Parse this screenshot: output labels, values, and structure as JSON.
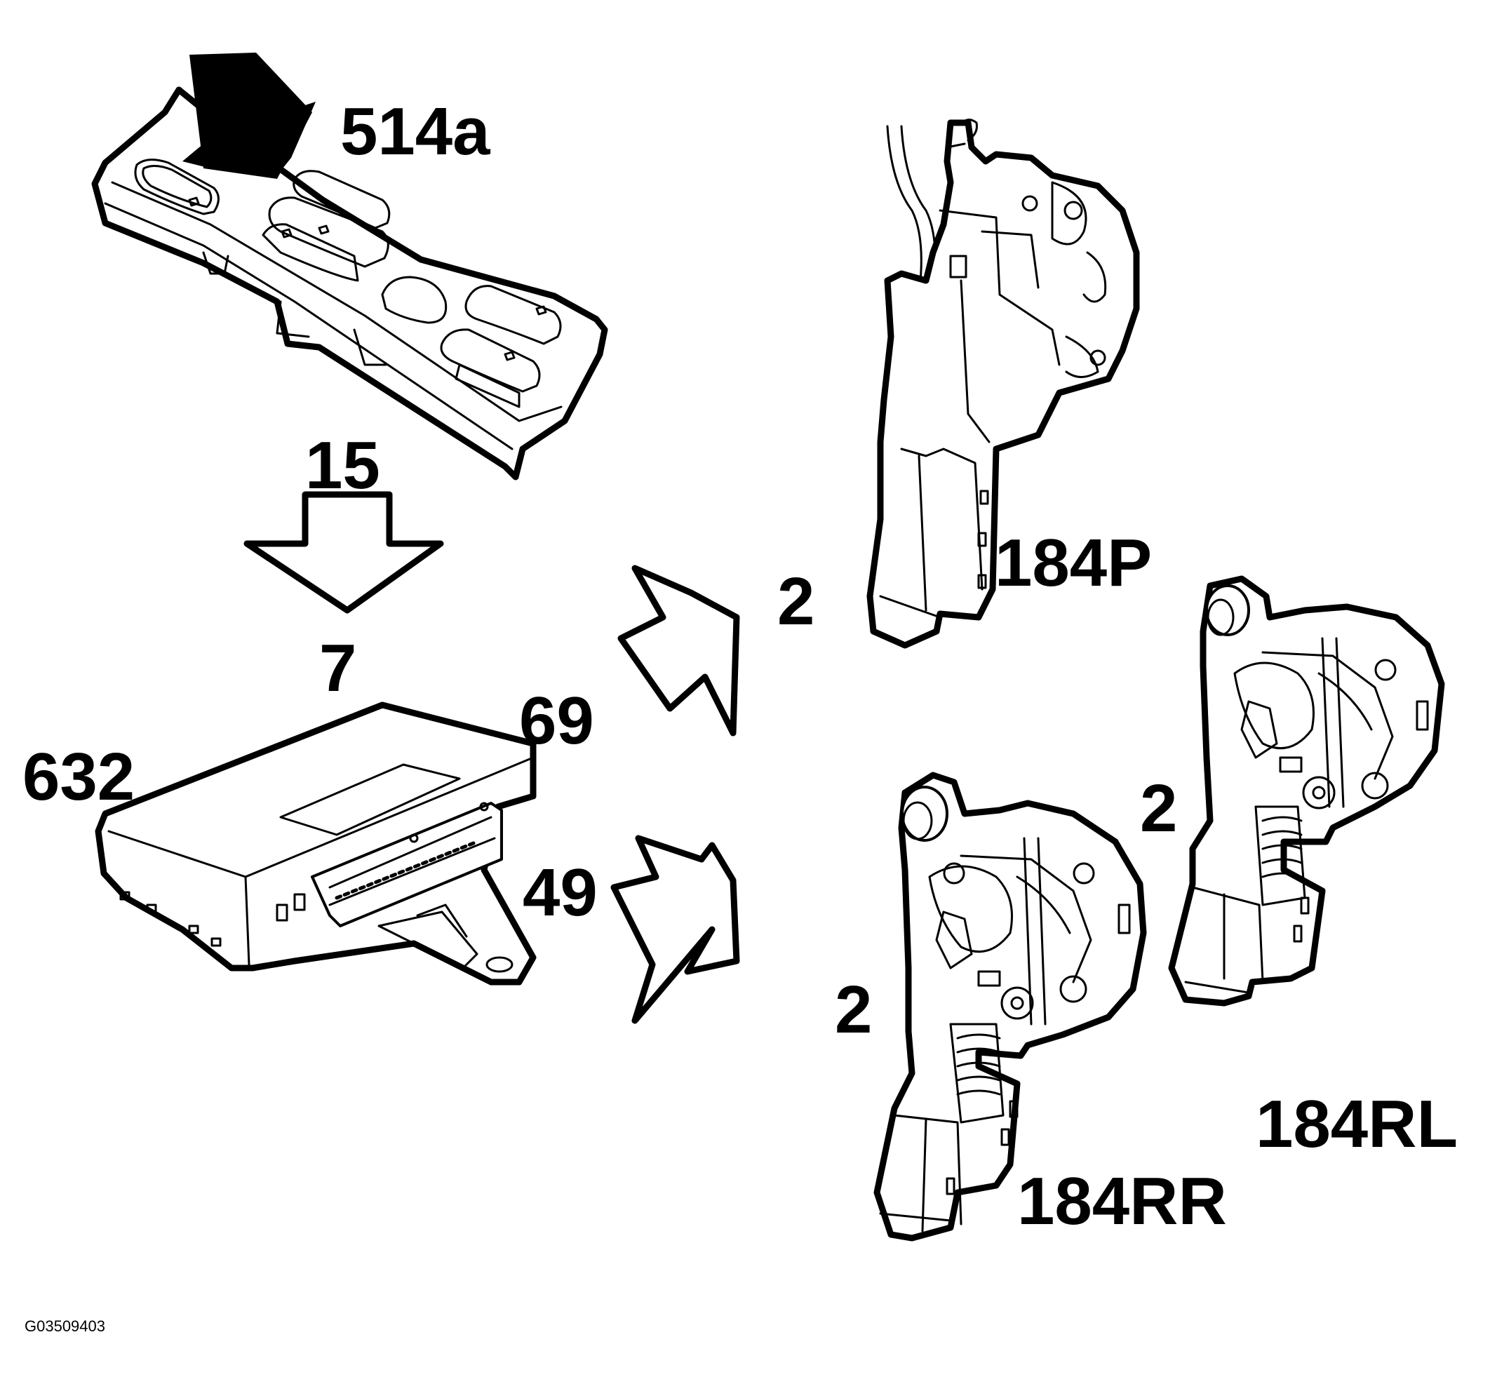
{
  "labels": {
    "switch_panel": "514a",
    "wire_count_top": "15",
    "wire_count_mid": "7",
    "module": "632",
    "connector_a": "69",
    "connector_b": "49",
    "wire_count_p": "2",
    "wire_count_rr": "2",
    "wire_count_rl": "2",
    "lock_p": "184P",
    "lock_rr": "184RR",
    "lock_rl": "184RL"
  },
  "figure_id": "G03509403",
  "icons": {
    "pointer": "solid-black-arrow-icon",
    "flow_down": "hollow-down-arrow-icon",
    "flow_up_right": "hollow-zigzag-arrow-icon",
    "flow_down_right": "hollow-zigzag-arrow-icon"
  }
}
